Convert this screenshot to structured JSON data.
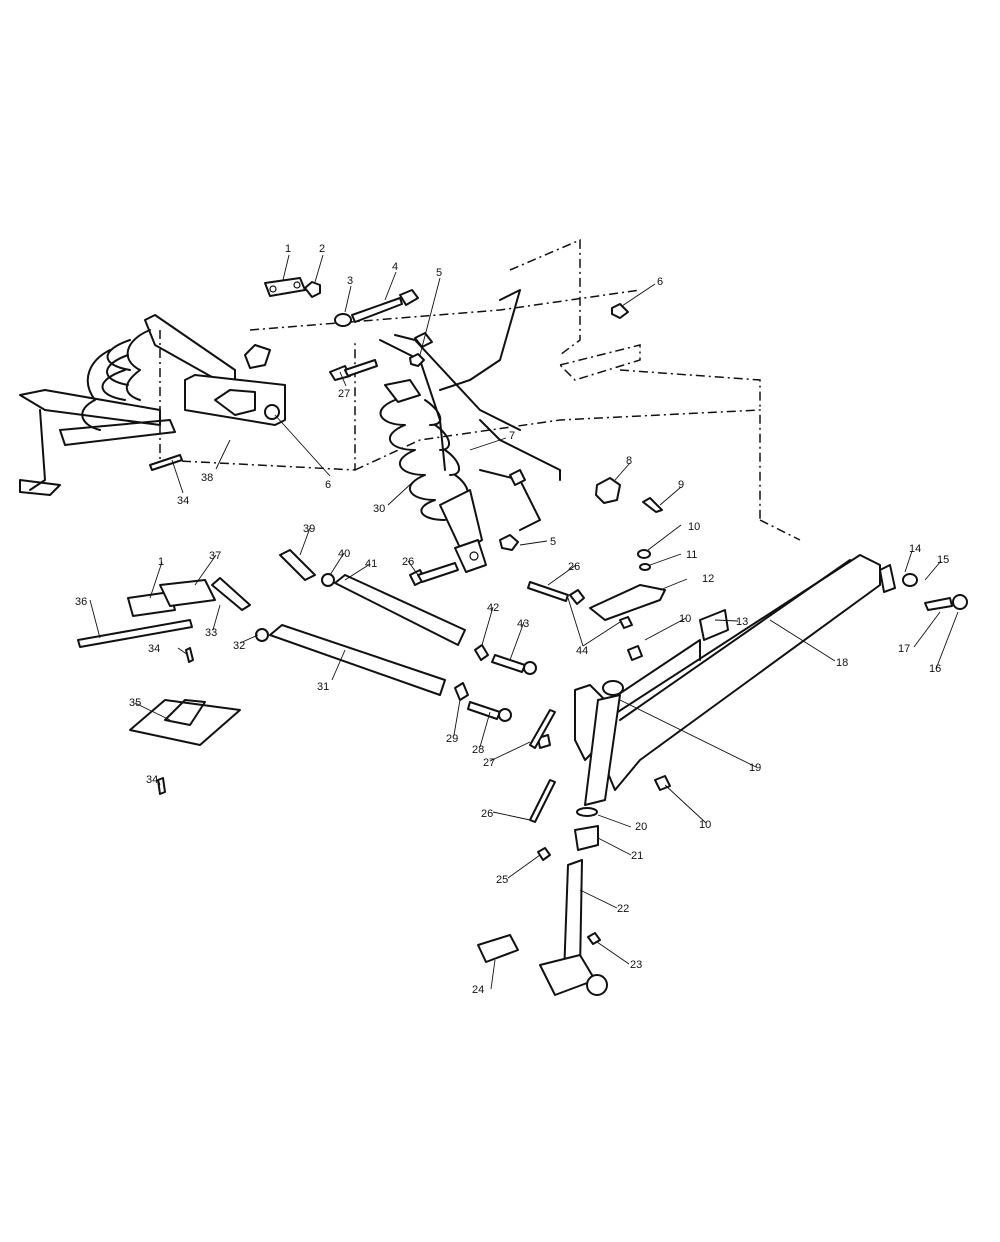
{
  "callouts": [
    {
      "id": "1",
      "label": "1"
    },
    {
      "id": "2",
      "label": "2"
    },
    {
      "id": "3",
      "label": "3"
    },
    {
      "id": "4",
      "label": "4"
    },
    {
      "id": "5a",
      "label": "5"
    },
    {
      "id": "6a",
      "label": "6"
    },
    {
      "id": "27a",
      "label": "27"
    },
    {
      "id": "38",
      "label": "38"
    },
    {
      "id": "6b",
      "label": "6"
    },
    {
      "id": "34a",
      "label": "34"
    },
    {
      "id": "30",
      "label": "30"
    },
    {
      "id": "7",
      "label": "7"
    },
    {
      "id": "8",
      "label": "8"
    },
    {
      "id": "9",
      "label": "9"
    },
    {
      "id": "10a",
      "label": "10"
    },
    {
      "id": "11",
      "label": "11"
    },
    {
      "id": "12",
      "label": "12"
    },
    {
      "id": "14",
      "label": "14"
    },
    {
      "id": "15",
      "label": "15"
    },
    {
      "id": "13",
      "label": "13"
    },
    {
      "id": "18",
      "label": "18"
    },
    {
      "id": "17",
      "label": "17"
    },
    {
      "id": "16",
      "label": "16"
    },
    {
      "id": "39",
      "label": "39"
    },
    {
      "id": "40",
      "label": "40"
    },
    {
      "id": "41",
      "label": "41"
    },
    {
      "id": "5b",
      "label": "5"
    },
    {
      "id": "26a",
      "label": "26"
    },
    {
      "id": "26b",
      "label": "26"
    },
    {
      "id": "1b",
      "label": "1"
    },
    {
      "id": "37",
      "label": "37"
    },
    {
      "id": "36",
      "label": "36"
    },
    {
      "id": "33",
      "label": "33"
    },
    {
      "id": "32",
      "label": "32"
    },
    {
      "id": "34b",
      "label": "34"
    },
    {
      "id": "42",
      "label": "42"
    },
    {
      "id": "43",
      "label": "43"
    },
    {
      "id": "44",
      "label": "44"
    },
    {
      "id": "10b",
      "label": "10"
    },
    {
      "id": "31",
      "label": "31"
    },
    {
      "id": "35",
      "label": "35"
    },
    {
      "id": "29",
      "label": "29"
    },
    {
      "id": "28",
      "label": "28"
    },
    {
      "id": "27b",
      "label": "27"
    },
    {
      "id": "19",
      "label": "19"
    },
    {
      "id": "34c",
      "label": "34"
    },
    {
      "id": "26c",
      "label": "26"
    },
    {
      "id": "20",
      "label": "20"
    },
    {
      "id": "10c",
      "label": "10"
    },
    {
      "id": "21",
      "label": "21"
    },
    {
      "id": "25",
      "label": "25"
    },
    {
      "id": "22",
      "label": "22"
    },
    {
      "id": "23",
      "label": "23"
    },
    {
      "id": "24",
      "label": "24"
    }
  ]
}
